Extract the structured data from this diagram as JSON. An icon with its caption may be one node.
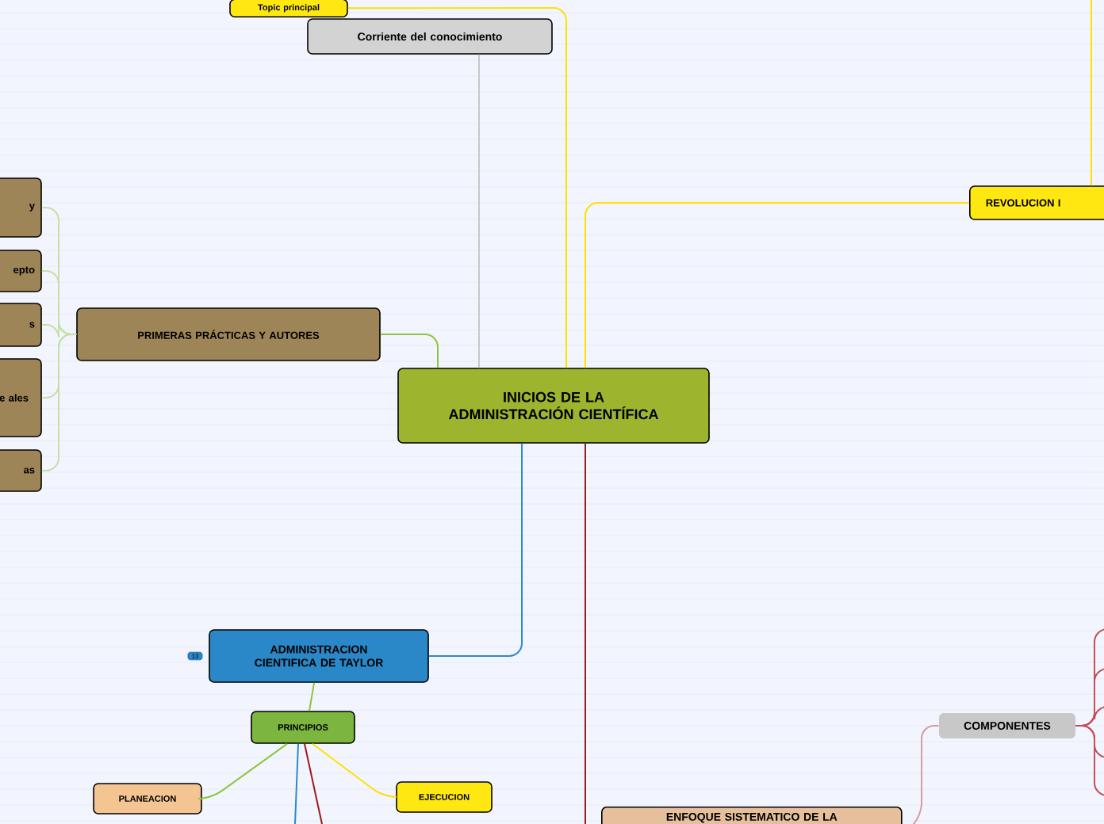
{
  "diagram": {
    "nodes": [
      {
        "text": [
          "INICIOS DE LA ADMINISTRACIÓN CIENTÍFICA"
        ]
      },
      {
        "text": [
          "Topic principal"
        ]
      },
      {
        "text": [
          "Corriente del conocimiento"
        ]
      },
      {
        "text": [
          "REVOLUCION I"
        ]
      },
      {
        "text": [
          "PRIMERAS PRÁCTICAS Y AUTORES"
        ]
      },
      {
        "text": [
          "y"
        ]
      },
      {
        "text": [
          "epto"
        ]
      },
      {
        "text": [
          "s"
        ]
      },
      {
        "text": [
          "e ales"
        ]
      },
      {
        "text": [
          "as"
        ]
      },
      {
        "text": [
          "ADMINISTRACION CIENTIFICA DE TAYLOR"
        ]
      },
      {
        "text": [
          "PRINCIPIOS"
        ]
      },
      {
        "text": [
          "PLANEACION"
        ]
      },
      {
        "text": [
          "EJECUCION"
        ]
      },
      {
        "text": [
          "COMPONENTES"
        ]
      },
      {
        "text": [
          "ENFOQUE SISTEMATICO DE LA"
        ]
      }
    ],
    "edges": [
      {
        "from": 0,
        "to": 1,
        "arrow": "none",
        "color": "#ffe000"
      },
      {
        "from": 0,
        "to": 2,
        "arrow": "none",
        "color": "#c8c8c8"
      },
      {
        "from": 0,
        "to": 3,
        "arrow": "none",
        "color": "#ffe000"
      },
      {
        "from": 3,
        "to": null,
        "arrow": "none",
        "color": "#ffe000"
      },
      {
        "from": 0,
        "to": 4,
        "arrow": "none",
        "color": "#8cc63f"
      },
      {
        "from": 4,
        "to": 5,
        "arrow": "none",
        "color": "#c5e0a5"
      },
      {
        "from": 4,
        "to": 6,
        "arrow": "none",
        "color": "#c5e0a5"
      },
      {
        "from": 4,
        "to": 7,
        "arrow": "none",
        "color": "#c5e0a5"
      },
      {
        "from": 4,
        "to": 8,
        "arrow": "none",
        "color": "#c5e0a5"
      },
      {
        "from": 4,
        "to": 9,
        "arrow": "none",
        "color": "#c5e0a5"
      },
      {
        "from": 0,
        "to": 10,
        "arrow": "none",
        "color": "#2b8ad0"
      },
      {
        "from": 10,
        "to": 11,
        "arrow": "none",
        "color": "#8cc63f"
      },
      {
        "from": 11,
        "to": 12,
        "arrow": "none",
        "color": "#8cc63f"
      },
      {
        "from": 11,
        "to": 13,
        "arrow": "none",
        "color": "#ffe000"
      },
      {
        "from": 11,
        "to": null,
        "arrow": "none",
        "color": "#2b8ad0"
      },
      {
        "from": 11,
        "to": null,
        "arrow": "none",
        "color": "#9b1b1b"
      },
      {
        "from": 0,
        "to": 15,
        "arrow": "none",
        "color": "#9b1b1b"
      },
      {
        "from": 15,
        "to": 14,
        "arrow": "none",
        "color": "#d89aa0"
      },
      {
        "from": 14,
        "to": null,
        "arrow": "none",
        "color": "#c0505a"
      },
      {
        "from": 14,
        "to": null,
        "arrow": "none",
        "color": "#c0505a"
      },
      {
        "from": 14,
        "to": null,
        "arrow": "none",
        "color": "#c0505a"
      },
      {
        "from": 14,
        "to": null,
        "arrow": "none",
        "color": "#c0505a"
      },
      {
        "from": 14,
        "to": null,
        "arrow": "none",
        "color": "#c0505a"
      }
    ],
    "labels": [
      "13"
    ]
  }
}
